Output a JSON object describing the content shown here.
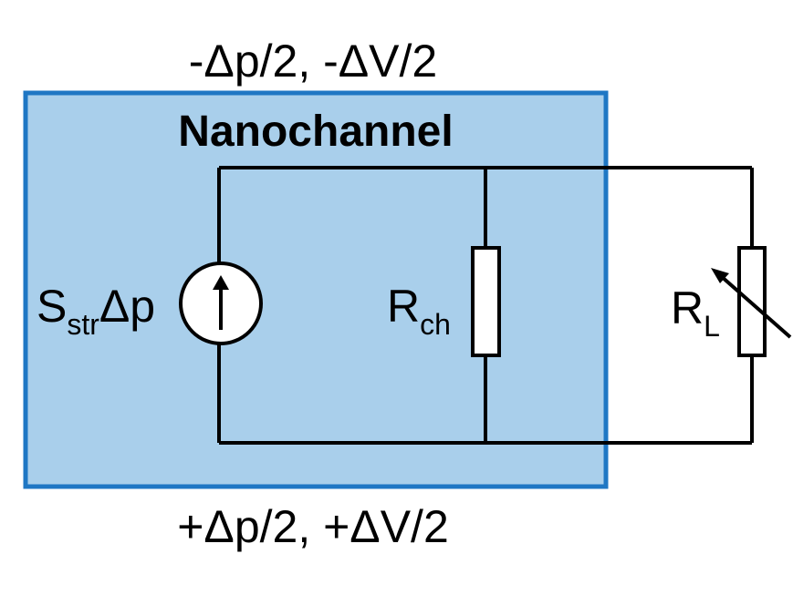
{
  "diagram": {
    "top_label": "-Δp/2, -ΔV/2",
    "bottom_label": "+Δp/2, +ΔV/2",
    "box_title": "Nanochannel",
    "source": {
      "main": "S",
      "sub": "str",
      "suffix": "Δp"
    },
    "r_ch": {
      "main": "R",
      "sub": "ch"
    },
    "r_l": {
      "main": "R",
      "sub": "L"
    }
  },
  "colors": {
    "box_fill": "#a9cfeb",
    "box_border": "#1f77c4",
    "wire": "#000000"
  }
}
